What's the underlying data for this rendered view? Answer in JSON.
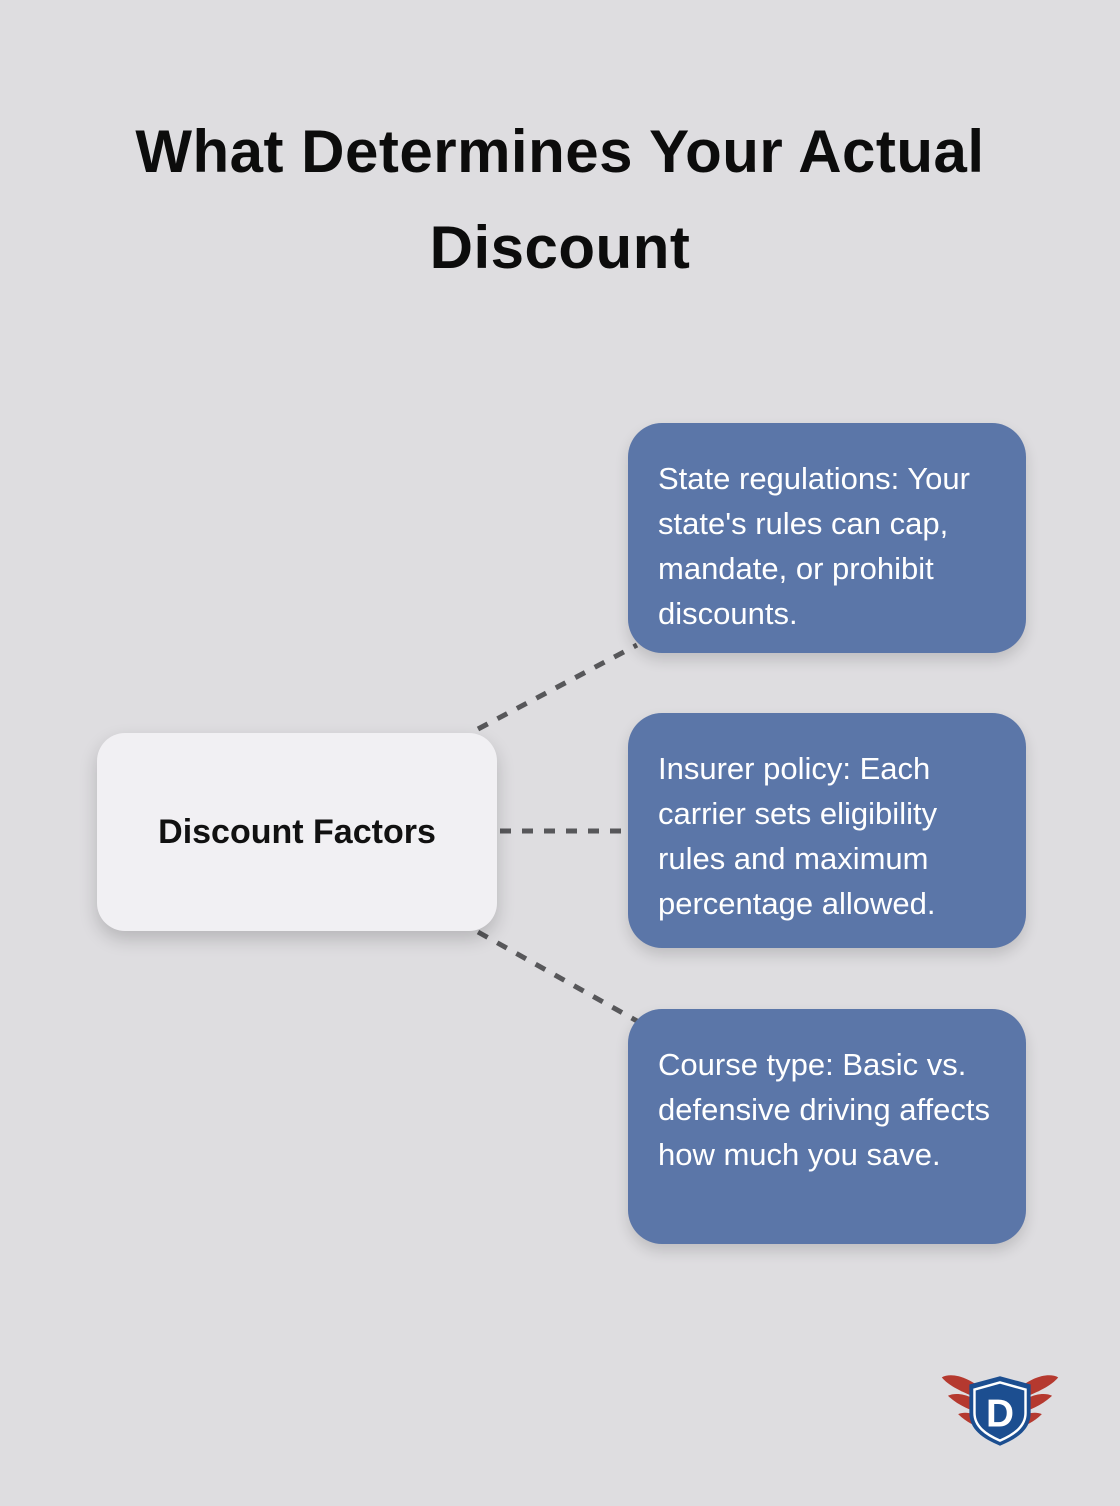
{
  "title": "What Determines Your Actual Discount",
  "diagram": {
    "center": {
      "label": "Discount Factors"
    },
    "factors": [
      {
        "text": "State regulations: Your state's rules can cap, mandate, or prohibit discounts."
      },
      {
        "text": "Insurer policy: Each carrier sets eligibility rules and maximum percentage allowed."
      },
      {
        "text": "Course type: Basic vs. defensive driving affects how much you save."
      }
    ]
  },
  "logo": {
    "letter": "D"
  },
  "colors": {
    "background": "#dedde0",
    "factor_box_fill": "#5b76a8",
    "factor_box_text": "#ffffff",
    "center_box_fill": "#f1f0f3",
    "center_box_text": "#111111",
    "connector": "#57575a",
    "title_text": "#0c0c0c",
    "logo_shield_blue": "#1c4e90",
    "logo_wing_red": "#b5392f"
  }
}
